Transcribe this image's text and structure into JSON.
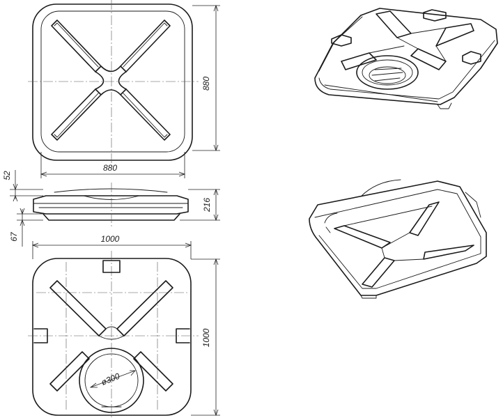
{
  "drawing": {
    "dimensions": {
      "top_width": "880",
      "top_height": "880",
      "side_top_offset": "52",
      "side_height": "216",
      "side_bottom_offset": "67",
      "bottom_width": "1000",
      "bottom_height": "1000",
      "opening_diameter": "ø300"
    }
  }
}
